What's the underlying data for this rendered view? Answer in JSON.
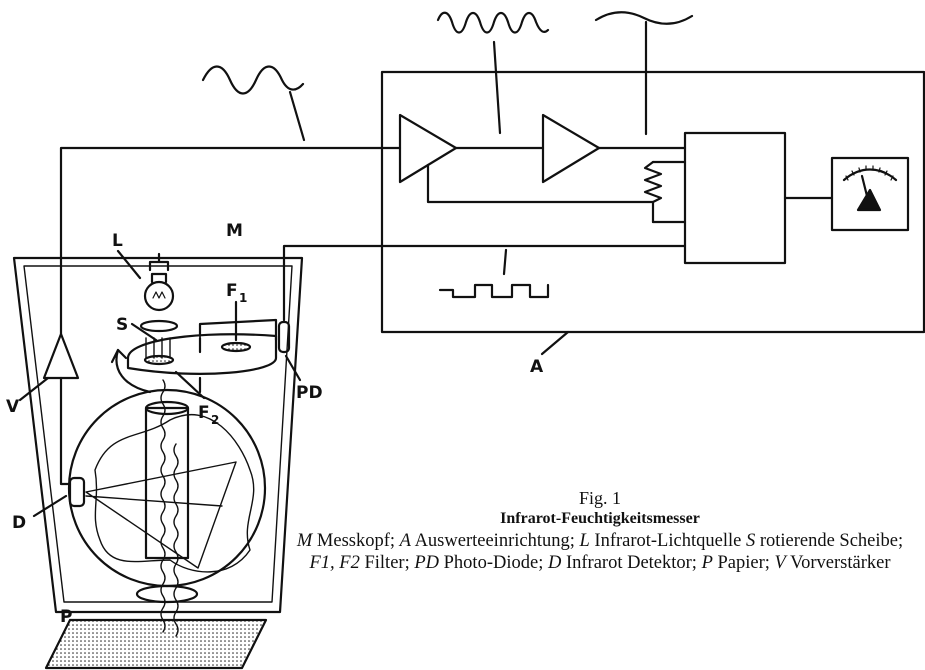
{
  "labels": {
    "M": "M",
    "A": "A",
    "L": "L",
    "S": "S",
    "F1": "F",
    "F1_sub": "1",
    "F2": "F",
    "F2_sub": "2",
    "PD": "PD",
    "V": "V",
    "D": "D",
    "P": "P"
  },
  "caption": {
    "fig": "Fig. 1",
    "title": "Infrarot-Feuchtigkeitsmesser",
    "legend": [
      {
        "sym": "M",
        "text": " Messkopf;  "
      },
      {
        "sym": "A",
        "text": " Auswerteeinrichtung;  "
      },
      {
        "sym": "L",
        "text": " Infrarot-Lichtquelle "
      },
      {
        "sym": "S",
        "text": " rotierende Scheibe;  "
      },
      {
        "sym": "F1, F2",
        "text": " Filter;  "
      },
      {
        "sym": "PD",
        "text": " Photo-Diode;  "
      },
      {
        "sym": "D",
        "text": " Infrarot Detektor;  "
      },
      {
        "sym": "P",
        "text": " Papier;  "
      },
      {
        "sym": "V",
        "text": " Vorverstärker"
      }
    ]
  },
  "colors": {
    "ink": "#111111",
    "paper": "#ffffff"
  }
}
